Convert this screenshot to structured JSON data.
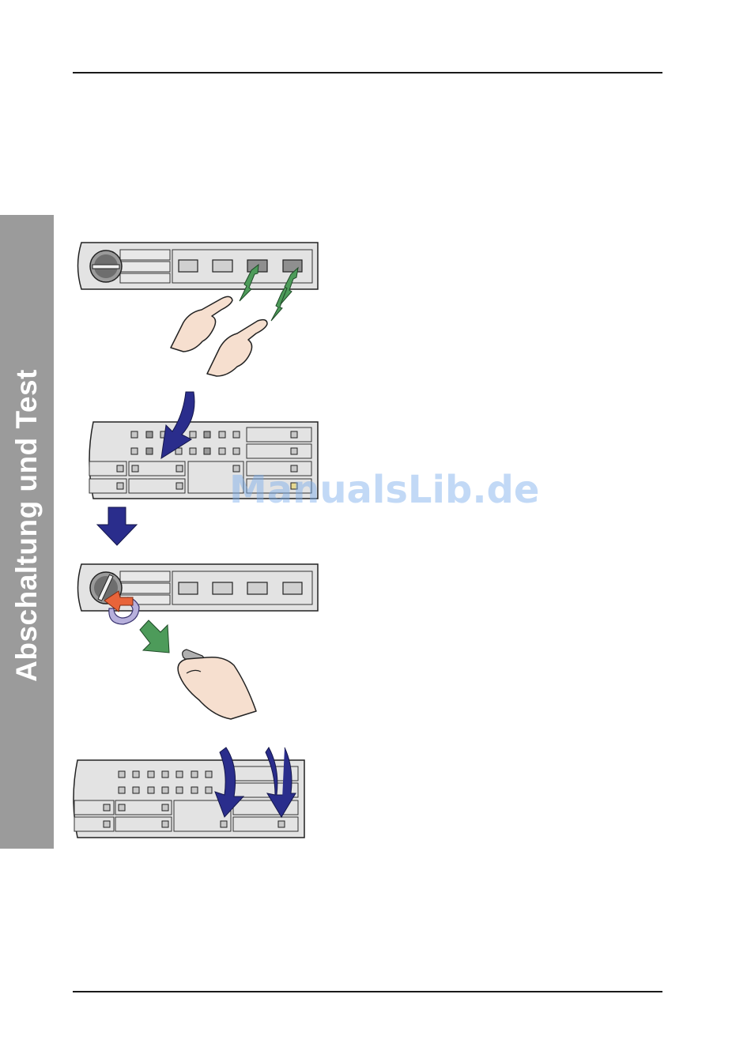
{
  "side_tab": {
    "label": "Abschaltung und Test",
    "color": "#9b9b9b"
  },
  "watermark": {
    "text": "ManualsLib.de"
  },
  "colors": {
    "panel": "#e3e3e3",
    "arrow_blue": "#2a2d8c",
    "arrow_green": "#4d9b5a",
    "arrow_orange": "#e8643a",
    "hand": "#f6dfcf"
  },
  "illustrations": [
    {
      "name": "step-1-press-two-buttons",
      "icons": [
        "control-panel",
        "hand-pointing-icon",
        "green-press-arrow-icon"
      ]
    },
    {
      "name": "step-2-indicator-panel",
      "icons": [
        "led-panel",
        "blue-curved-arrow-icon"
      ]
    },
    {
      "name": "step-3-remove-key",
      "icons": [
        "key-switch-panel",
        "orange-rotate-arrow-icon",
        "key-in-hand-icon"
      ]
    },
    {
      "name": "step-4-indicator-panel",
      "icons": [
        "led-panel",
        "blue-curved-arrow-icon"
      ]
    }
  ]
}
